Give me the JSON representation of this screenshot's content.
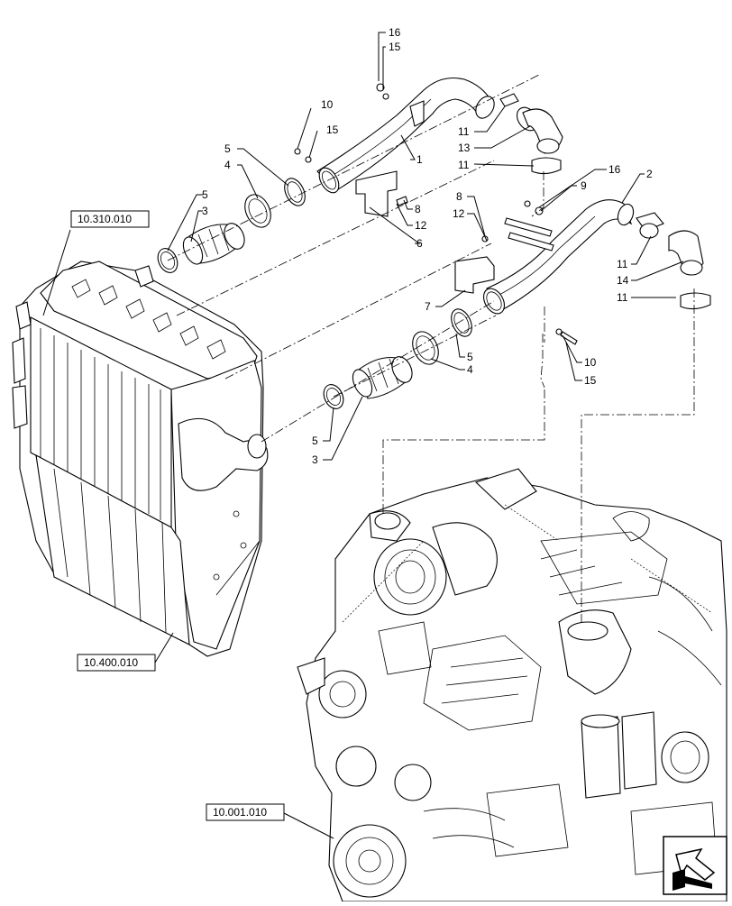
{
  "diagram": {
    "callouts": [
      {
        "id": "c16a",
        "label": "16"
      },
      {
        "id": "c15a",
        "label": "15"
      },
      {
        "id": "c10a",
        "label": "10"
      },
      {
        "id": "c15b",
        "label": "15"
      },
      {
        "id": "c11a",
        "label": "11"
      },
      {
        "id": "c13",
        "label": "13"
      },
      {
        "id": "c1",
        "label": "1"
      },
      {
        "id": "c11b",
        "label": "11"
      },
      {
        "id": "c5a",
        "label": "5"
      },
      {
        "id": "c4a",
        "label": "4"
      },
      {
        "id": "c5b",
        "label": "5"
      },
      {
        "id": "c3a",
        "label": "3"
      },
      {
        "id": "c16b",
        "label": "16"
      },
      {
        "id": "c9",
        "label": "9"
      },
      {
        "id": "c2",
        "label": "2"
      },
      {
        "id": "c8a",
        "label": "8"
      },
      {
        "id": "c12a",
        "label": "12"
      },
      {
        "id": "c6",
        "label": "6"
      },
      {
        "id": "c8b",
        "label": "8"
      },
      {
        "id": "c12b",
        "label": "12"
      },
      {
        "id": "c11c",
        "label": "11"
      },
      {
        "id": "c14",
        "label": "14"
      },
      {
        "id": "c11d",
        "label": "11"
      },
      {
        "id": "c7",
        "label": "7"
      },
      {
        "id": "c5c",
        "label": "5"
      },
      {
        "id": "c4b",
        "label": "4"
      },
      {
        "id": "c10b",
        "label": "10"
      },
      {
        "id": "c15c",
        "label": "15"
      },
      {
        "id": "c5d",
        "label": "5"
      },
      {
        "id": "c3b",
        "label": "3"
      }
    ],
    "references": [
      {
        "id": "r1",
        "label": "10.310.010"
      },
      {
        "id": "r2",
        "label": "10.400.010"
      },
      {
        "id": "r3",
        "label": "10.001.010"
      }
    ],
    "nav_arrow_icon": "arrow-icon"
  }
}
